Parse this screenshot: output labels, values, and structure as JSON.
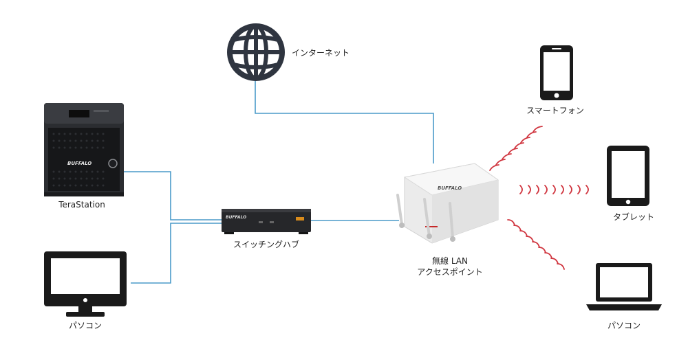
{
  "nodes": {
    "internet": {
      "label": "インターネット"
    },
    "nas": {
      "label": "TeraStation",
      "brand": "BUFFALO"
    },
    "pc_left": {
      "label": "パソコン"
    },
    "switch": {
      "label": "スイッチングハブ"
    },
    "access_point": {
      "label_line1": "無線 LAN",
      "label_line2": "アクセスポイント",
      "brand": "BUFFALO"
    },
    "smartphone": {
      "label": "スマートフォン"
    },
    "tablet": {
      "label": "タブレット"
    },
    "laptop": {
      "label": "パソコン"
    }
  },
  "colors": {
    "wire": "#4a9ac9",
    "wireless": "#d0353f",
    "icon": "#1a1a1a"
  }
}
